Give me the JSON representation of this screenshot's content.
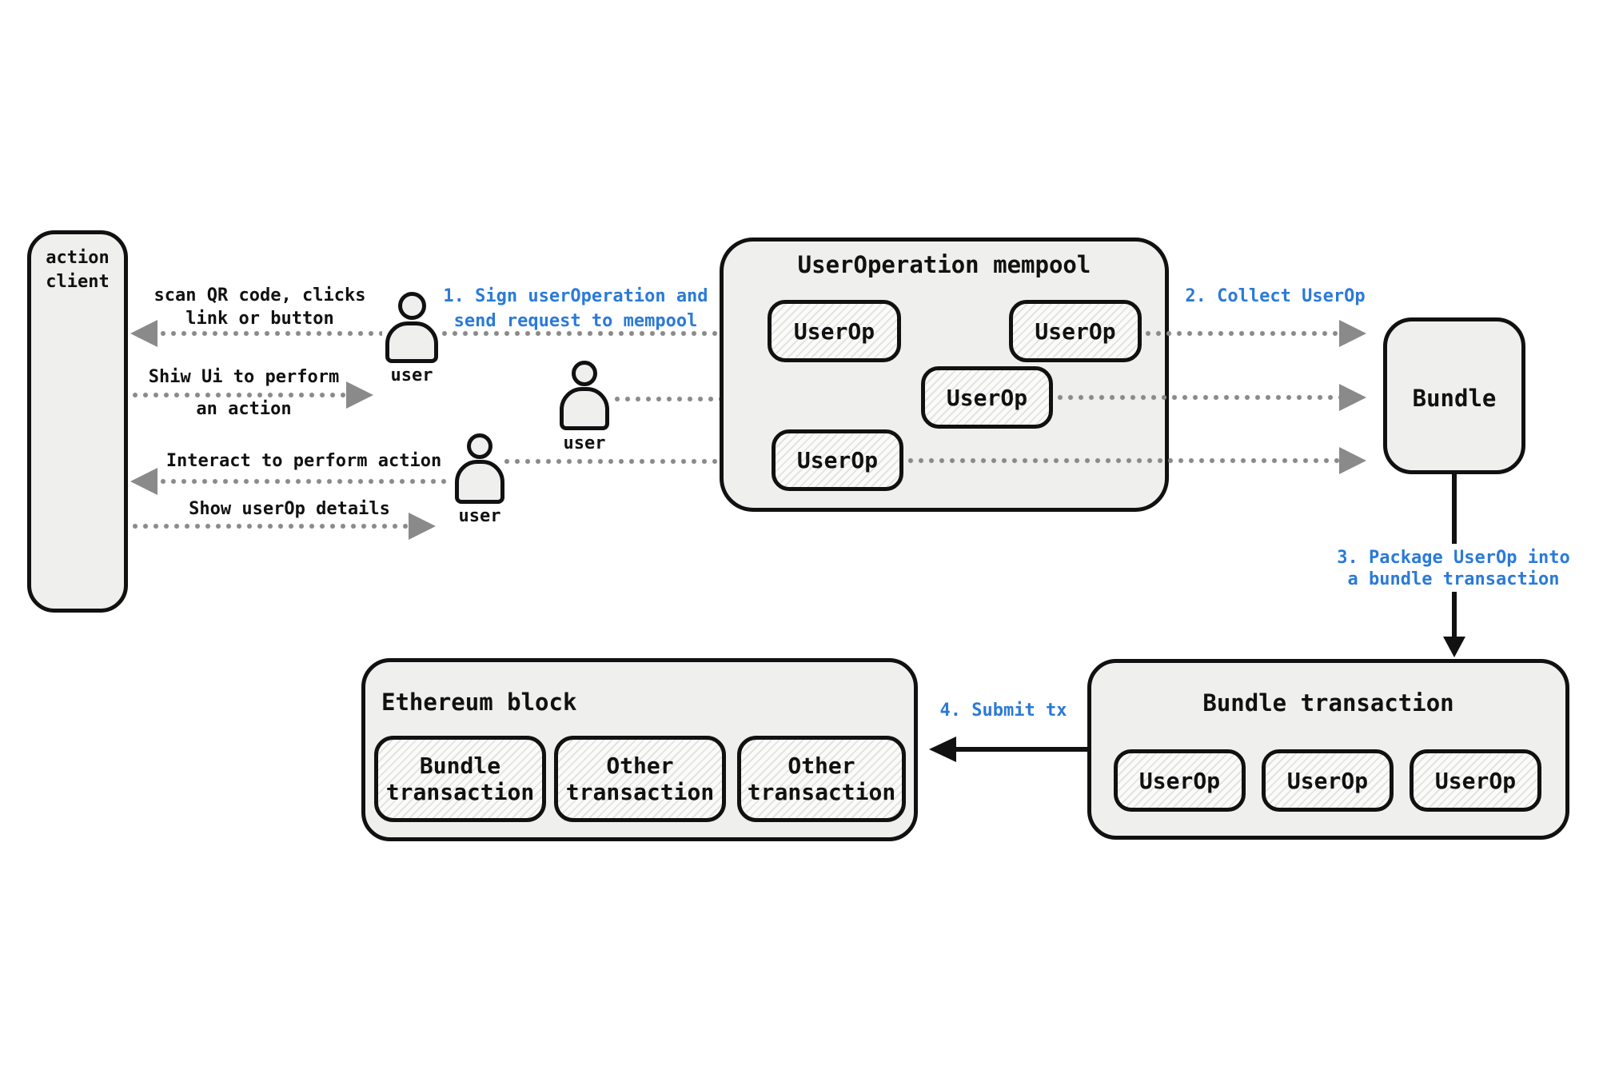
{
  "colors": {
    "accent_blue": "#2b7ad8",
    "line_black": "#111111",
    "box_fill": "#efefee",
    "dot_gray": "#8a8a8a"
  },
  "action_client": {
    "line1": "action",
    "line2": "client"
  },
  "users": {
    "u1": "user",
    "u2": "user",
    "u3": "user"
  },
  "messages": {
    "m1_line1": "scan QR code, clicks",
    "m1_line2": "link or button",
    "m2_line1": "Shiw Ui to perform",
    "m2_line2": "an action",
    "m3": "Interact to perform action",
    "m4": "Show userOp details"
  },
  "steps": {
    "s1_line1": "1. Sign userOperation and",
    "s1_line2": "send request to mempool",
    "s2": "2. Collect UserOp",
    "s3_line1": "3. Package UserOp into",
    "s3_line2": "a bundle transaction",
    "s4": "4. Submit tx"
  },
  "mempool": {
    "title": "UserOperation mempool",
    "userops": [
      "UserOp",
      "UserOp",
      "UserOp",
      "UserOp"
    ]
  },
  "bundle": {
    "label": "Bundle"
  },
  "bundle_transaction": {
    "title": "Bundle transaction",
    "userops": [
      "UserOp",
      "UserOp",
      "UserOp"
    ]
  },
  "ethereum_block": {
    "title": "Ethereum block",
    "transactions": [
      {
        "line1": "Bundle",
        "line2": "transaction"
      },
      {
        "line1": "Other",
        "line2": "transaction"
      },
      {
        "line1": "Other",
        "line2": "transaction"
      }
    ]
  }
}
